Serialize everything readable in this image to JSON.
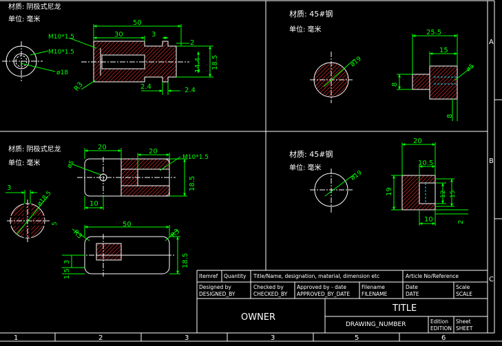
{
  "colors": {
    "background": "#000000",
    "line": "#ffffff",
    "dimension": "#00ff00",
    "hatch": "#ff3333",
    "hidden": "#00e5ff"
  },
  "border": {
    "columns": [
      "1",
      "2",
      "3",
      "3",
      "5",
      "6"
    ],
    "rows": [
      "A",
      "B",
      "C"
    ]
  },
  "part1": {
    "material": "材质: 阴极式尼龙",
    "unit": "单位: 毫米",
    "d50": "50",
    "d30": "30",
    "d3": "3",
    "d2": "2",
    "thread1": "M10*1.5",
    "thread2": "M10*1.5",
    "dia18": "ø18",
    "r3": "R3",
    "d14_4": "14.4",
    "d18_5": "18.5",
    "d2_4a": "2.4",
    "d2_4b": "2.4"
  },
  "part2": {
    "material": "材质: 45#钢",
    "unit": "单位: 毫米",
    "dia19": "ø19",
    "d25_5": "25.5",
    "d15": "15",
    "dia5": "ø5",
    "d8a": "8",
    "d8b": "8"
  },
  "part3": {
    "material": "材质: 阴极式尼龙",
    "unit": "单位: 毫米",
    "d20a": "20",
    "d20b": "20",
    "thread": "M10*1.5",
    "dia5": "ø5",
    "d10": "10",
    "d18_5": "18.5",
    "d3": "3",
    "dia18_5": "ø18.5",
    "d5": "5",
    "d50": "50",
    "r3a": "R3",
    "r3b": "R3",
    "d18_5b": "18.5",
    "d3b": "3",
    "d1_5": "1.5"
  },
  "part4": {
    "material": "材质: 45#钢",
    "unit": "单位: 毫米",
    "dia19": "ø19",
    "d20": "20",
    "d10_5": "10.5",
    "d19": "19",
    "d12": "12",
    "d15": "15",
    "d10": "10",
    "d2": "2"
  },
  "title_block": {
    "itemref": "Itemref",
    "quantity": "Quantity",
    "title_header": "Title/Name, designation, material, dimension etc",
    "article_header": "Article No/Reference",
    "designed_label": "Designed by",
    "designed_value": "DESIGNED_BY",
    "checked_label": "Checked by",
    "checked_value": "CHECKED_BY",
    "approved_label": "Approved by - date",
    "approved_value": "APPROVED_BY_DATE",
    "filename_label": "Filename",
    "filename_value": "FILENAME",
    "date_label": "Date",
    "date_value": "DATE",
    "scale_label": "Scale",
    "scale_value": "SCALE",
    "owner": "OWNER",
    "title": "TITLE",
    "drawing_number": "DRAWING_NUMBER",
    "edition_label": "Edition",
    "edition_value": "EDITION",
    "sheet_label": "Sheet",
    "sheet_value": "SHEET"
  }
}
